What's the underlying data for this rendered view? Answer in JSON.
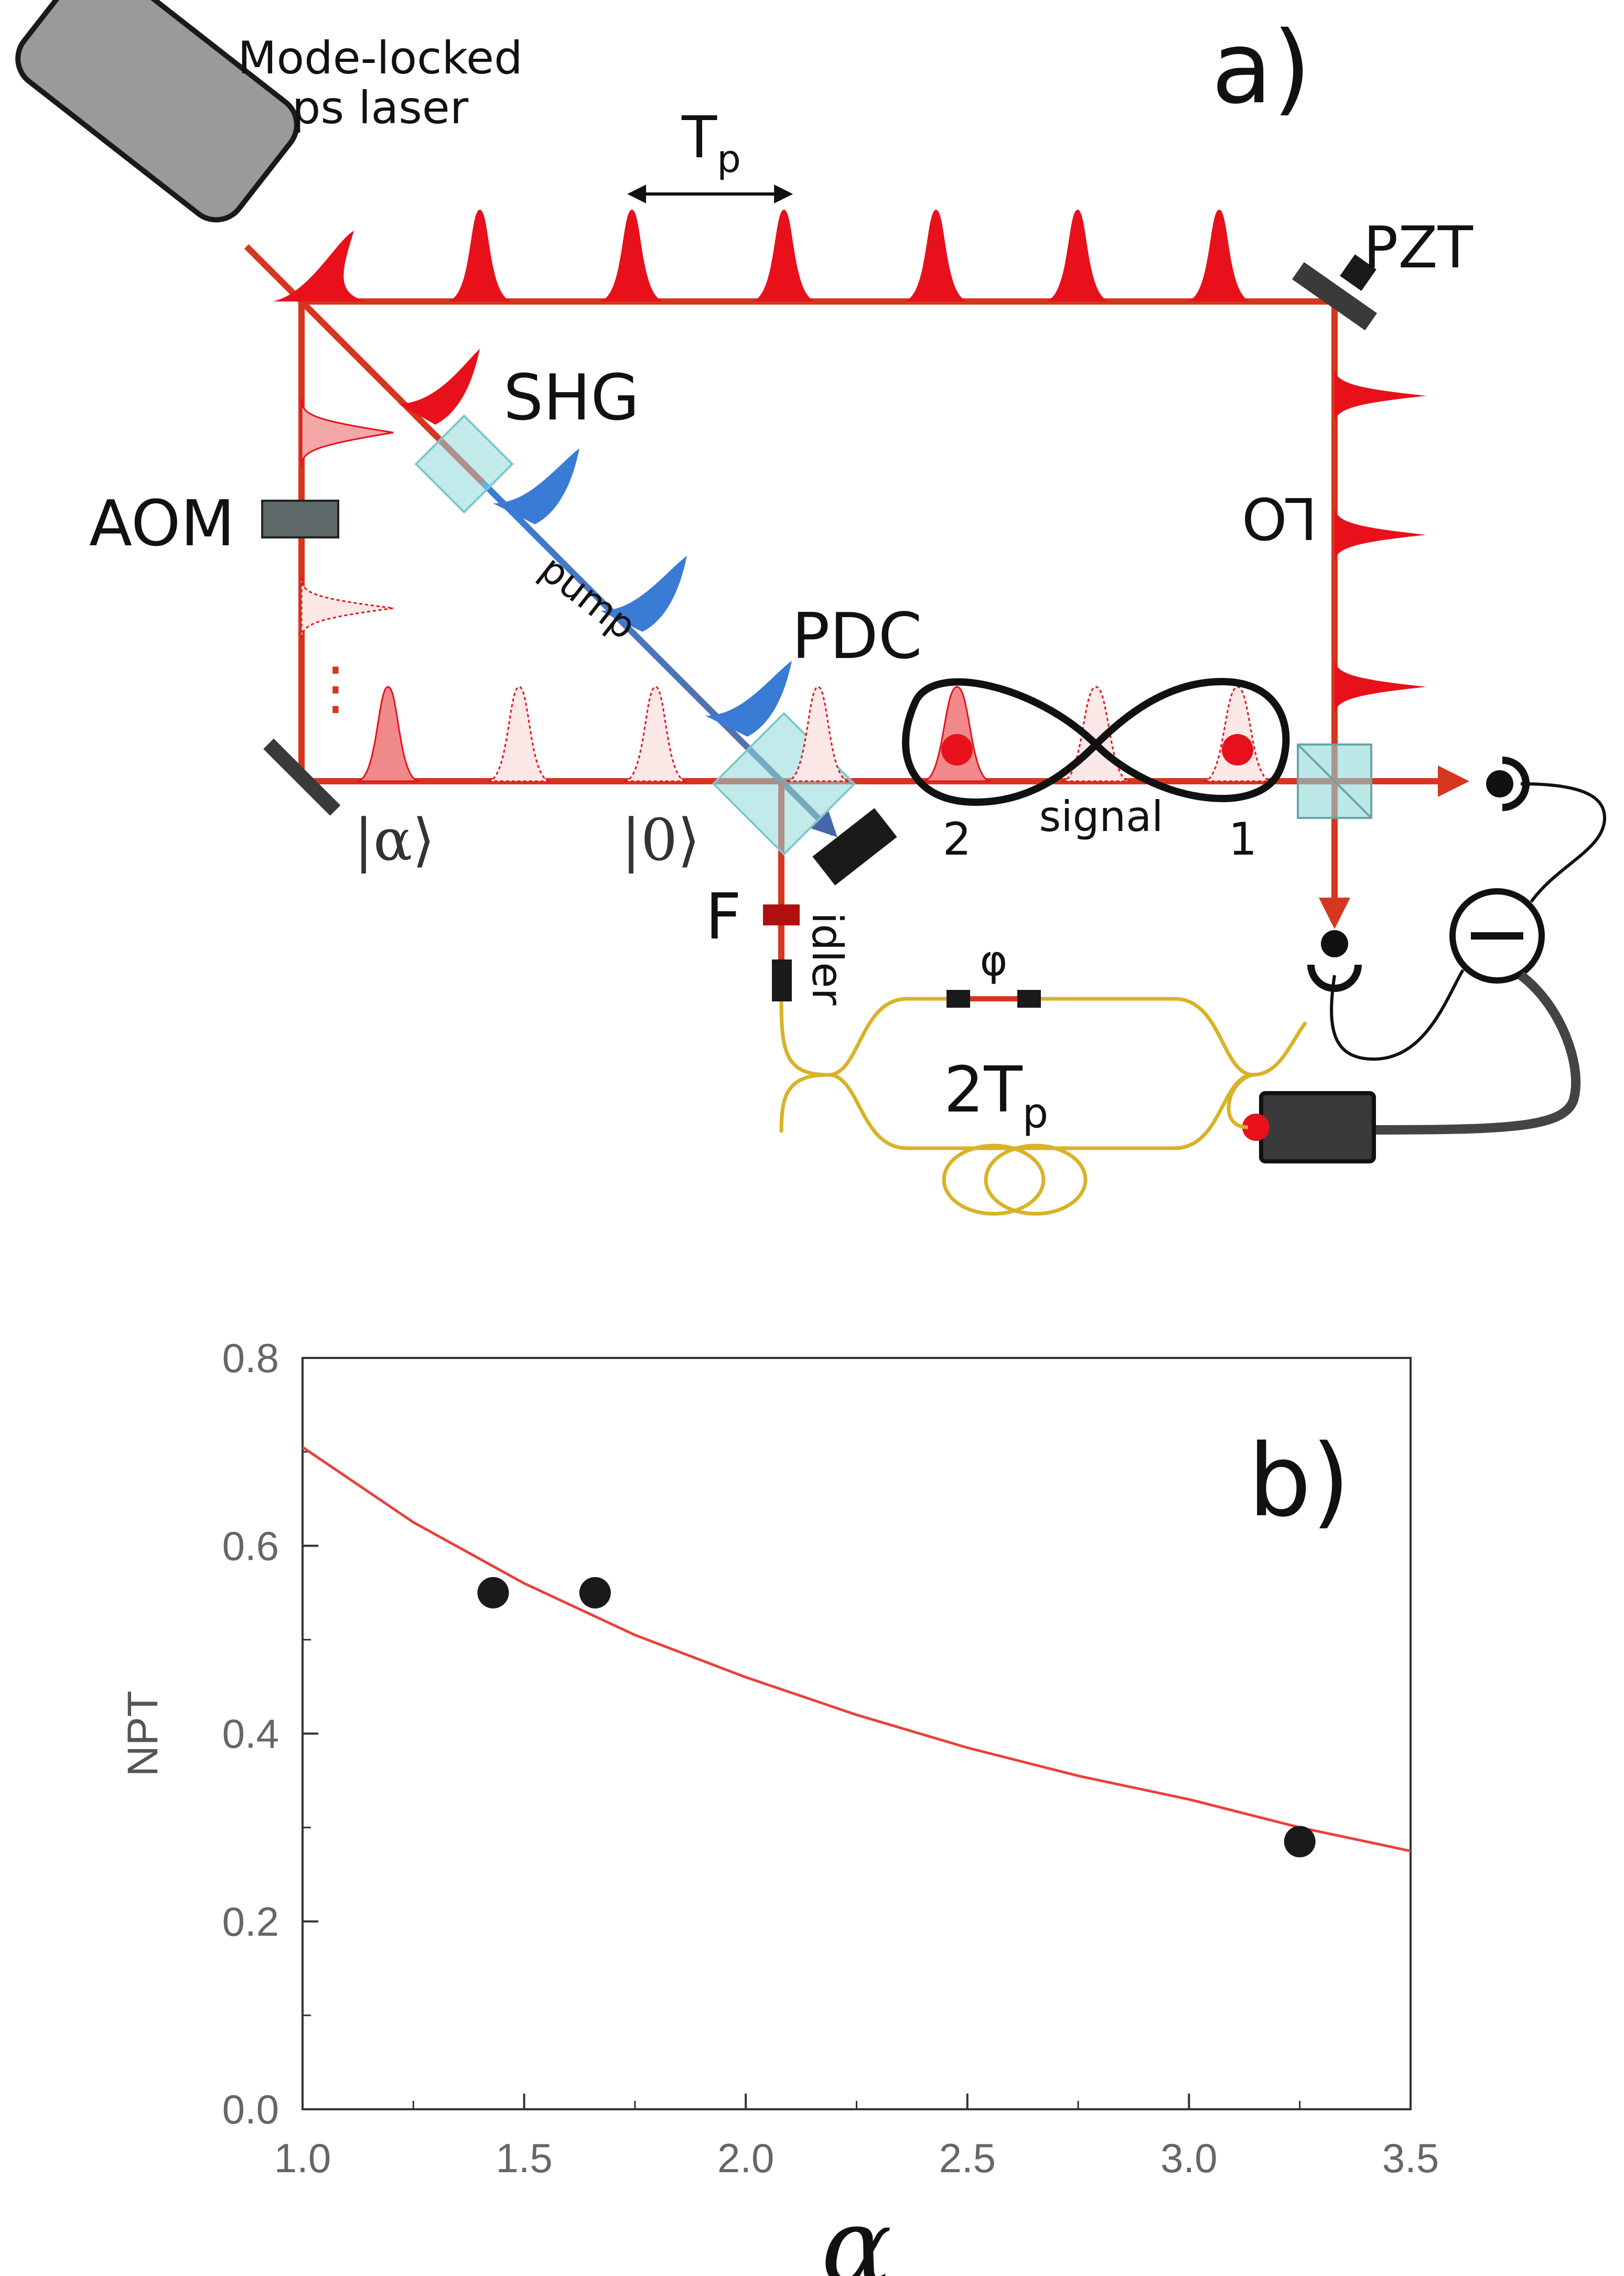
{
  "panel_a": {
    "panel_label": "a)",
    "laser_line1": "Mode-locked",
    "laser_line2": "ps laser",
    "tp_label": "T",
    "tp_sub": "p",
    "pzt": "PZT",
    "shg": "SHG",
    "aom": "AOM",
    "pump": "pump",
    "pdc": "PDC",
    "lo": "LO",
    "signal": "signal",
    "mode2": "2",
    "mode1": "1",
    "alpha_ket": "|α⟩",
    "zero_ket": "|0⟩",
    "filter": "F",
    "idler": "idler",
    "phi": "φ",
    "delay_label": "2T",
    "delay_sub": "p",
    "ellipsis": "⋮"
  },
  "colors": {
    "beam_red": "#d6361f",
    "pulse_red": "#e8101a",
    "pump_blue": "#3a7bd5",
    "crystal": "#8fd8d8",
    "fiber": "#d9b227",
    "laser_gray": "#9a9a9a",
    "dark": "#1a1a1a",
    "fit_red": "#e8413a"
  },
  "chart_data": {
    "type": "scatter",
    "panel_label": "b)",
    "xlabel": "α",
    "ylabel": "NPT",
    "xlim": [
      1.0,
      3.5
    ],
    "ylim": [
      0.0,
      0.8
    ],
    "xticks": [
      "1.0",
      "1.5",
      "2.0",
      "2.5",
      "3.0",
      "3.5"
    ],
    "yticks": [
      "0.0",
      "0.2",
      "0.4",
      "0.6",
      "0.8"
    ],
    "points": [
      {
        "x": 1.43,
        "y": 0.55
      },
      {
        "x": 1.66,
        "y": 0.55
      },
      {
        "x": 3.25,
        "y": 0.285
      }
    ],
    "fit_curve": {
      "x": [
        1.0,
        1.25,
        1.5,
        1.75,
        2.0,
        2.25,
        2.5,
        2.75,
        3.0,
        3.25,
        3.5
      ],
      "y": [
        0.705,
        0.625,
        0.56,
        0.505,
        0.46,
        0.42,
        0.385,
        0.355,
        0.33,
        0.3,
        0.275
      ]
    },
    "grid": false
  }
}
